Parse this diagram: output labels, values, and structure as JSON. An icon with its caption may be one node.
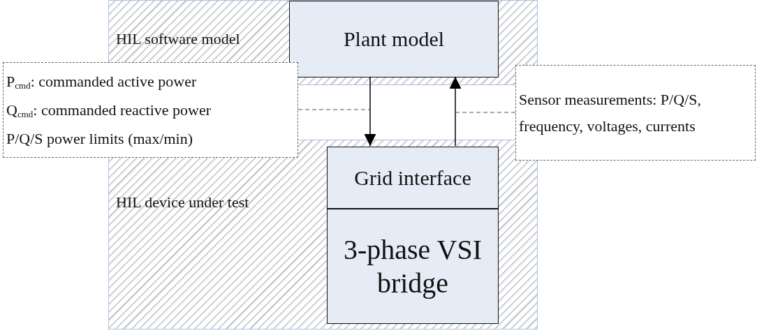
{
  "diagram": {
    "nodes": [
      {
        "text": [
          "HIL software model"
        ]
      },
      {
        "text": [
          "Plant model"
        ],
        "in": 0
      },
      {
        "text": [
          "HIL device under test"
        ]
      },
      {
        "text": [
          "Grid interface"
        ],
        "in": 2
      },
      {
        "text": [
          "3-phase VSI bridge"
        ],
        "in": 2
      },
      {
        "text": [
          "P$_{cmd}$: commanded active power",
          "Q$_{cmd}$: commanded reactive power",
          "P/Q/S power limits (max/min)"
        ]
      },
      {
        "text": [
          "Sensor measurements: P/Q/S, frequency, voltages, currents"
        ]
      }
    ],
    "edges": [
      {
        "from": 1,
        "to": 3,
        "arrow": "to"
      },
      {
        "from": 3,
        "to": 1,
        "arrow": "to"
      },
      {
        "from": 5,
        "to": null,
        "arrow": "none",
        "style": "dashed"
      },
      {
        "from": 6,
        "to": null,
        "arrow": "none",
        "style": "dashed"
      }
    ]
  }
}
